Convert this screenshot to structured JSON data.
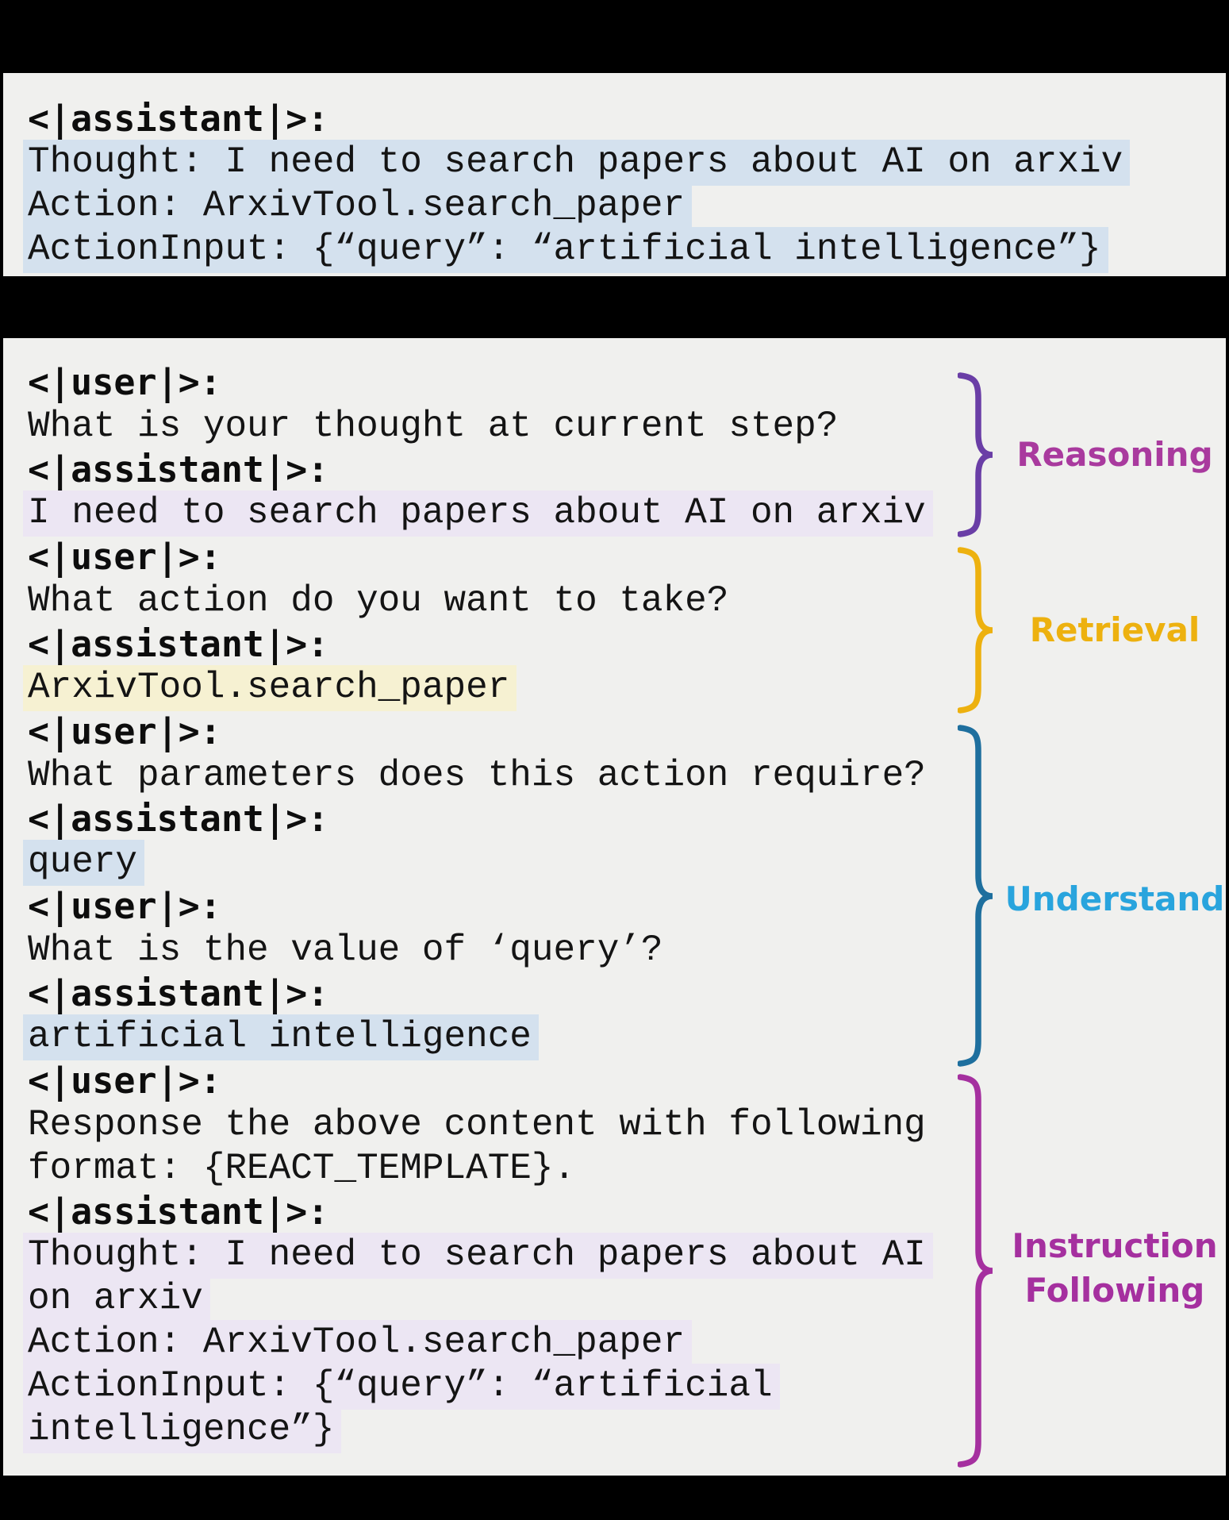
{
  "panel1": {
    "description": "ReAct-format agent output sample",
    "lines": [
      {
        "kind": "tag",
        "hl": null,
        "text": "<|assistant|>:"
      },
      {
        "kind": "text",
        "hl": "blue",
        "text": "Thought: I need to search papers about AI on arxiv"
      },
      {
        "kind": "text",
        "hl": "blue",
        "text": "Action: ArxivTool.search_paper"
      },
      {
        "kind": "text",
        "hl": "blue",
        "text": "ActionInput: {“query”: “artificial intelligence”}"
      }
    ]
  },
  "panel2": {
    "description": "Decomposed multi-turn dialog sample",
    "lines": [
      {
        "kind": "tag",
        "hl": null,
        "text": "<|user|>:"
      },
      {
        "kind": "text",
        "hl": null,
        "text": "What is your thought at current step?"
      },
      {
        "kind": "tag",
        "hl": null,
        "text": "<|assistant|>:"
      },
      {
        "kind": "text",
        "hl": "lavender",
        "text": "I need to search papers about AI on arxiv"
      },
      {
        "kind": "tag",
        "hl": null,
        "text": "<|user|>:"
      },
      {
        "kind": "text",
        "hl": null,
        "text": "What action do you want to take?"
      },
      {
        "kind": "tag",
        "hl": null,
        "text": "<|assistant|>:"
      },
      {
        "kind": "text",
        "hl": "yellow",
        "text": "ArxivTool.search_paper"
      },
      {
        "kind": "tag",
        "hl": null,
        "text": "<|user|>:"
      },
      {
        "kind": "text",
        "hl": null,
        "text": "What parameters does this action require?"
      },
      {
        "kind": "tag",
        "hl": null,
        "text": "<|assistant|>:"
      },
      {
        "kind": "text",
        "hl": "blue",
        "text": "query"
      },
      {
        "kind": "tag",
        "hl": null,
        "text": "<|user|>:"
      },
      {
        "kind": "text",
        "hl": null,
        "text": "What is the value of ‘query’?"
      },
      {
        "kind": "tag",
        "hl": null,
        "text": "<|assistant|>:"
      },
      {
        "kind": "text",
        "hl": "blue",
        "text": "artificial intelligence"
      },
      {
        "kind": "tag",
        "hl": null,
        "text": "<|user|>:"
      },
      {
        "kind": "text",
        "hl": null,
        "text": "Response the above content with following"
      },
      {
        "kind": "text",
        "hl": null,
        "text": "format: {REACT_TEMPLATE}."
      },
      {
        "kind": "tag",
        "hl": null,
        "text": "<|assistant|>:"
      },
      {
        "kind": "text",
        "hl": "lavender",
        "text": "Thought: I need to search papers about AI"
      },
      {
        "kind": "text",
        "hl": "lavender",
        "text": "on arxiv"
      },
      {
        "kind": "text",
        "hl": "lavender",
        "text": "Action: ArxivTool.search_paper"
      },
      {
        "kind": "text",
        "hl": "lavender",
        "text": "ActionInput: {“query”: “artificial"
      },
      {
        "kind": "text",
        "hl": "lavender",
        "text": "intelligence”}"
      }
    ],
    "annotations": [
      {
        "label": "Reasoning",
        "label_lines": [
          "Reasoning"
        ],
        "brace_color": "#6a3ea6",
        "label_color": "#a93a9e"
      },
      {
        "label": "Retrieval",
        "label_lines": [
          "Retrieval"
        ],
        "brace_color": "#edb10f",
        "label_color": "#edb10f"
      },
      {
        "label": "Understand",
        "label_lines": [
          "Understand"
        ],
        "brace_color": "#1e6f9e",
        "label_color": "#29a4dd"
      },
      {
        "label": "Instruction Following",
        "label_lines": [
          "Instruction",
          "Following"
        ],
        "brace_color": "#a5309f",
        "label_color": "#a5309f"
      }
    ]
  },
  "colors": {
    "frame_background": "#000000",
    "panel_background": "#f0f0ee",
    "text": "#141414",
    "highlight_blue": "#d4e1ee",
    "highlight_lavender": "#ece6f3",
    "highlight_yellow": "#f6f1d2",
    "reasoning_brace": "#6a3ea6",
    "reasoning_label": "#a93a9e",
    "retrieval": "#edb10f",
    "understand_brace": "#1e6f9e",
    "understand_label": "#29a4dd",
    "instruction_following": "#a5309f"
  }
}
